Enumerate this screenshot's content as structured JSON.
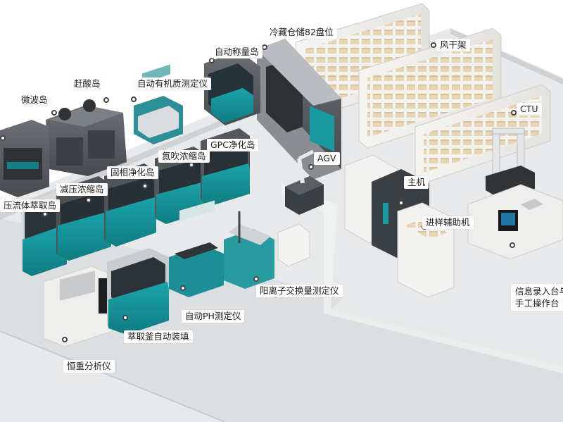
{
  "station_labels": {
    "cold_storage": "冷藏仓储82盘位",
    "air_dry_rack": "风干架",
    "auto_weighing": "自动称量岛",
    "acid_removal": "赶酸岛",
    "auto_organic": "自动有机质测定仪",
    "microwave": "微波岛",
    "supercritical": "压流体萃取岛",
    "decompress_conc": "减压浓缩岛",
    "solid_phase": "固相净化岛",
    "nitrogen_conc": "氮吹浓缩岛",
    "gpc": "GPC净化岛",
    "agv": "AGV",
    "ctu": "CTU",
    "host": "主机",
    "sample_assist": "进样辅助机",
    "info_desk": "信息录入台与\n手工操作台",
    "cation_exchange": "阳离子交换量测定仪",
    "auto_ph": "自动PH测定仪",
    "extract_fill": "萃取釜自动装填",
    "const_weight": "恒重分析仪"
  },
  "colors": {
    "floor": "#e6e8ea",
    "machine_body": "#55595e",
    "teal_accent": "#17949a",
    "rack_frame": "#ededeb",
    "rack_bin": "#e8d9bf"
  }
}
